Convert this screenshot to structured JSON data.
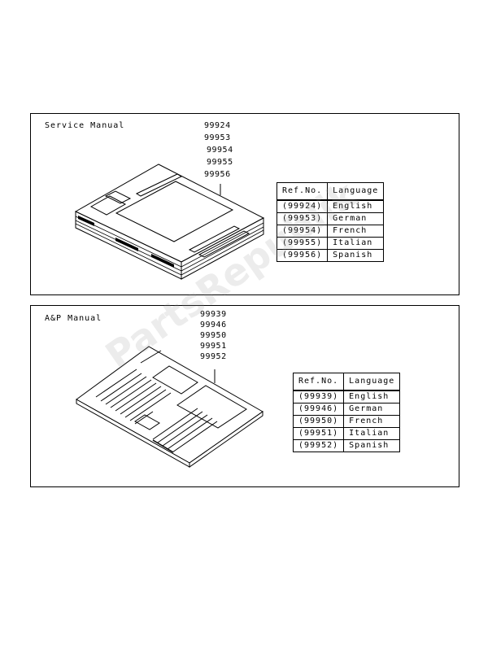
{
  "service_manual": {
    "title": "Service Manual",
    "refs": [
      "99924",
      "99953",
      "99954",
      "99955",
      "99956"
    ],
    "table": {
      "headers": [
        "Ref.No.",
        "Language"
      ],
      "rows": [
        [
          "(99924)",
          "English"
        ],
        [
          "(99953)",
          "German"
        ],
        [
          "(99954)",
          "French"
        ],
        [
          "(99955)",
          "Italian"
        ],
        [
          "(99956)",
          "Spanish"
        ]
      ]
    }
  },
  "ap_manual": {
    "title": "A&P Manual",
    "refs": [
      "99939",
      "99946",
      "99950",
      "99951",
      "99952"
    ],
    "table": {
      "headers": [
        "Ref.No.",
        "Language"
      ],
      "rows": [
        [
          "(99939)",
          "English"
        ],
        [
          "(99946)",
          "German"
        ],
        [
          "(99950)",
          "French"
        ],
        [
          "(99951)",
          "Italian"
        ],
        [
          "(99952)",
          "Spanish"
        ]
      ]
    }
  },
  "watermark": "PartsRepublik"
}
